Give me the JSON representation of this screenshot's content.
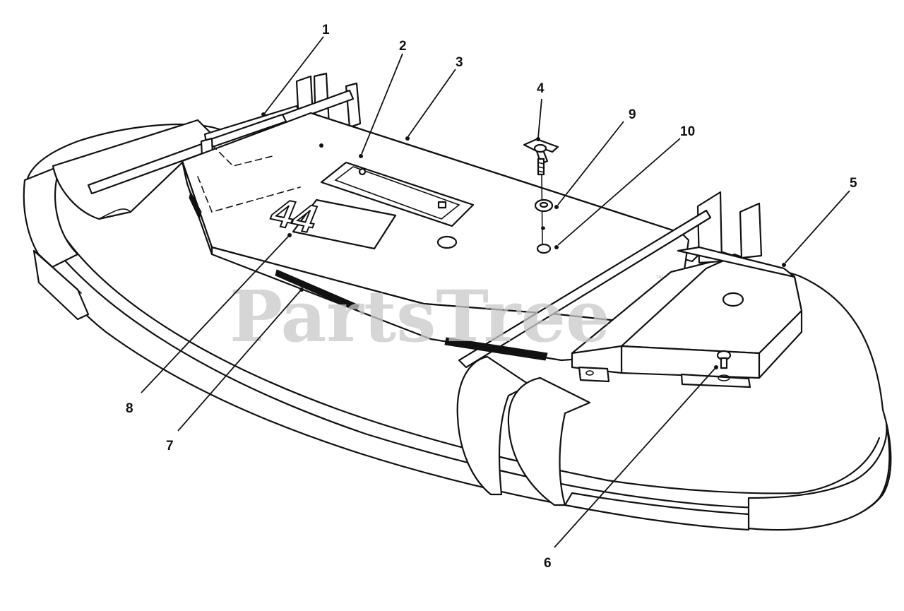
{
  "watermark": {
    "text": "PartsTree",
    "trademark": "™"
  },
  "decal": {
    "text": "44"
  },
  "callouts": [
    {
      "label": "1"
    },
    {
      "label": "2"
    },
    {
      "label": "3"
    },
    {
      "label": "4"
    },
    {
      "label": "5"
    },
    {
      "label": "6"
    },
    {
      "label": "7"
    },
    {
      "label": "8"
    },
    {
      "label": "9"
    },
    {
      "label": "10"
    }
  ]
}
